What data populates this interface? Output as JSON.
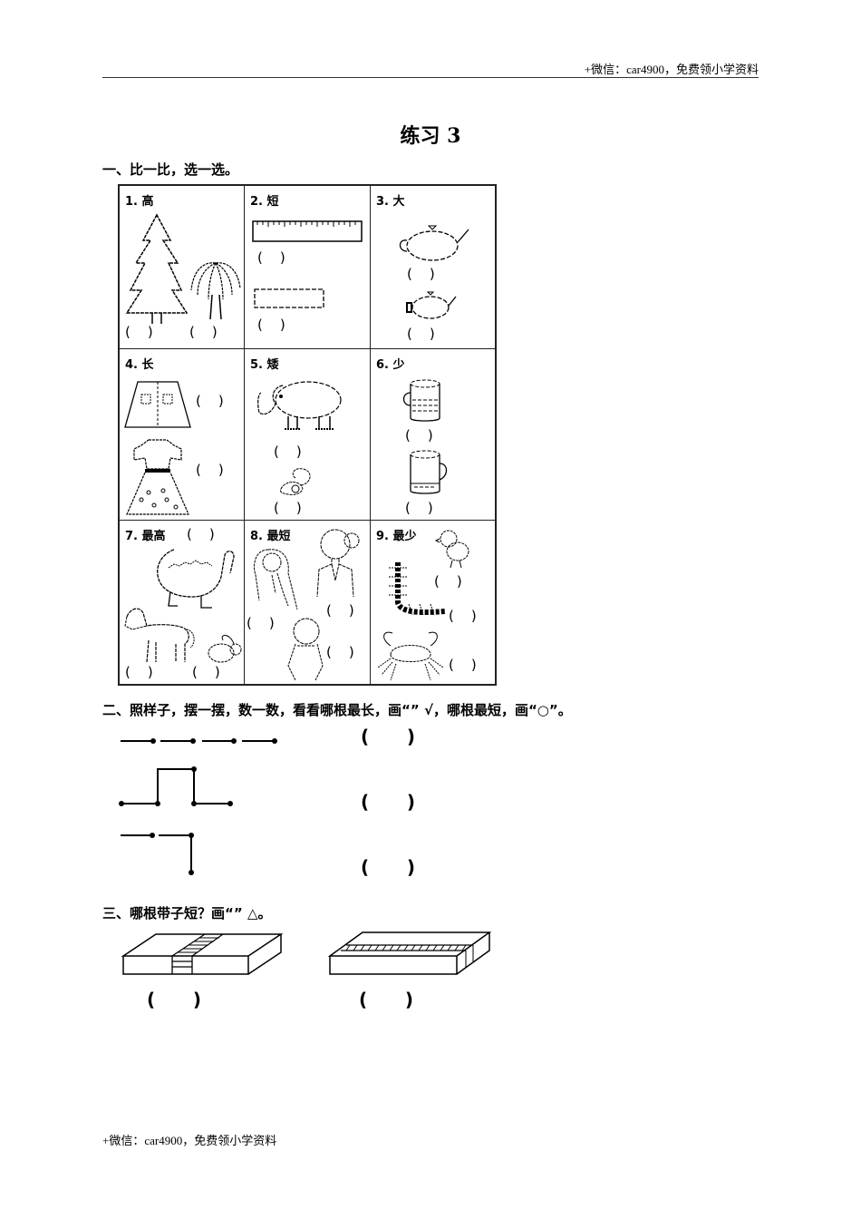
{
  "header": {
    "watermark": "+微信：car4900，免费领小学资料"
  },
  "title": "练习 3",
  "section1": {
    "heading": "一、比一比，选一选。",
    "cells": [
      {
        "label": "1. 高",
        "items": [
          "tree-icon",
          "willow-icon"
        ],
        "answers": [
          "(    )",
          "(    )"
        ]
      },
      {
        "label": "2. 短",
        "items": [
          "long-ruler-icon",
          "short-ruler-icon"
        ],
        "answers": [
          "(    )",
          "(    )"
        ]
      },
      {
        "label": "3. 大",
        "items": [
          "big-teapot-icon",
          "small-teapot-icon"
        ],
        "answers": [
          "(    )",
          "(    )"
        ]
      },
      {
        "label": "4. 长",
        "items": [
          "skirt-icon",
          "dress-icon"
        ],
        "answers": [
          "(    )",
          "(    )"
        ]
      },
      {
        "label": "5. 矮",
        "items": [
          "elephant-icon",
          "squirrel-icon"
        ],
        "answers": [
          "(    )",
          "(    )"
        ]
      },
      {
        "label": "6. 少",
        "items": [
          "cup-full-icon",
          "cup-low-icon"
        ],
        "answers": [
          "(    )",
          "(    )"
        ]
      },
      {
        "label": "7. 最高",
        "items": [
          "dinosaur-icon",
          "horse-icon",
          "rabbit-icon"
        ],
        "answers": [
          "(    )",
          "(    )",
          "(    )"
        ]
      },
      {
        "label": "8. 最短",
        "items": [
          "girl-long-hair-icon",
          "man-icon",
          "child-icon"
        ],
        "answers": [
          "(    )",
          "(    )",
          "(    )"
        ]
      },
      {
        "label": "9. 最少",
        "items": [
          "chick-icon",
          "centipede-icon",
          "crab-icon"
        ],
        "answers": [
          "(    )",
          "(    )",
          "(    )"
        ]
      }
    ]
  },
  "section2": {
    "heading": "二、照样子，摆一摆，数一数，看看哪根最长，画“” √，哪根最短，画“○”。",
    "rows": [
      {
        "shape": "straight-4-segments",
        "answer": "(      )"
      },
      {
        "shape": "step-up-down-5-segments",
        "answer": "(      )"
      },
      {
        "shape": "l-shape-3-segments",
        "answer": "(      )"
      }
    ]
  },
  "section3": {
    "heading": "三、哪根带子短？画“” △。",
    "boxes": [
      {
        "shape": "box-with-short-ribbon",
        "answer": "(      )"
      },
      {
        "shape": "box-with-long-ribbon",
        "answer": "(      )"
      }
    ]
  },
  "footer": {
    "watermark": "+微信：car4900，免费领小学资料"
  }
}
